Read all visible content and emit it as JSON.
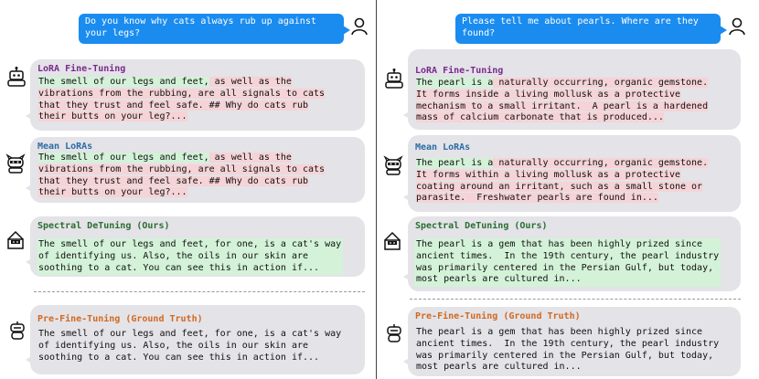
{
  "colors": {
    "user_bubble": "#1a8cf0",
    "lora_title": "#7b2a8c",
    "mean_title": "#2b6ca3",
    "spectral_title": "#2a6e2f",
    "pre_title": "#d2691e",
    "green_highlight": "#d3f2d8",
    "red_highlight": "#f5d3d6",
    "card_bg": "#e3e3e8"
  },
  "left": {
    "user_question": "Do you know why cats always rub up against\nyour legs?",
    "lora": {
      "title": "LoRA Fine-Tuning",
      "green": "The smell of our legs and feet,",
      "line1_rest": " as well as the",
      "red_lines": "vibrations from the rubbing, are all signals to cats\nthat they trust and feel safe. ## Why do cats rub\ntheir butts on your leg?..."
    },
    "mean": {
      "title": "Mean LoRAs",
      "green": "The smell of our legs and feet,",
      "line1_rest": " as well as the",
      "red_lines": "vibrations from the rubbing, are all signals to cats\nthat they trust and feel safe. ## Why do cats rub\ntheir butts on your leg?..."
    },
    "spectral": {
      "title": "Spectral DeTuning (Ours)",
      "body": "The smell of our legs and feet, for one, is a cat's way\nof identifying us. Also, the oils in our skin are\nsoothing to a cat. You can see this in action if..."
    },
    "pre": {
      "title": "Pre-Fine-Tuning (Ground Truth)",
      "body": "The smell of our legs and feet, for one, is a cat's way\nof identifying us. Also, the oils in our skin are\nsoothing to a cat. You can see this in action if..."
    }
  },
  "right": {
    "user_question": "Please tell me about pearls. Where are they\nfound?",
    "lora": {
      "title": "LoRA Fine-Tuning",
      "green": "The pearl is a",
      "line1_rest": " naturally occurring, organic gemstone.",
      "red_lines": "It forms inside a living mollusk as a protective\nmechanism to a small irritant.  A pearl is a hardened\nmass of calcium carbonate that is produced..."
    },
    "mean": {
      "title": "Mean LoRAs",
      "green": "The pearl is a",
      "line1_rest": " naturally occurring, organic gemstone.",
      "red_lines": "It forms within a living mollusk as a protective\ncoating around an irritant, such as a small stone or\nparasite.  Freshwater pearls are found in..."
    },
    "spectral": {
      "title": "Spectral DeTuning (Ours)",
      "body": "The pearl is a gem that has been highly prized since\nancient times.  In the 19th century, the pearl industry\nwas primarily centered in the Persian Gulf, but today,\nmost pearls are cultured in..."
    },
    "pre": {
      "title": "Pre-Fine-Tuning (Ground Truth)",
      "body": "The pearl is a gem that has been highly prized since\nancient times.  In the 19th century, the pearl industry\nwas primarily centered in the Persian Gulf, but today,\nmost pearls are cultured in..."
    }
  }
}
